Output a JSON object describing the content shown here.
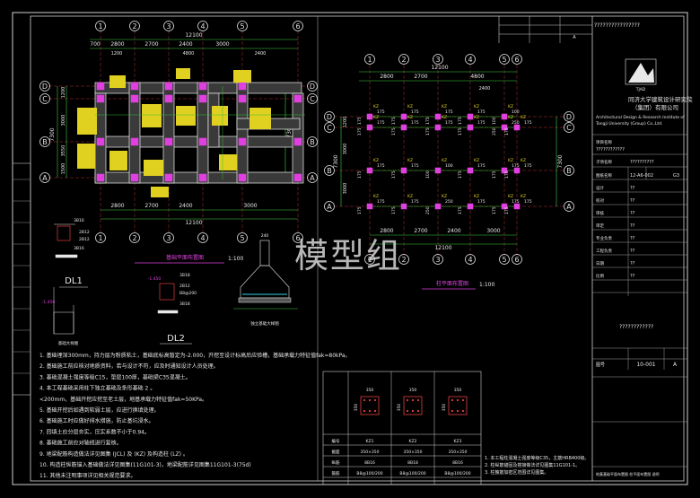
{
  "watermark": "模型组",
  "plans": {
    "foundation_title": "基础平面布置图",
    "foundation_scale": "1:100",
    "column_title": "柱平面布置图",
    "column_scale": "1:100",
    "axes_numbers": [
      "1",
      "2",
      "3",
      "4",
      "5",
      "6"
    ],
    "axes_letters": [
      "A",
      "B",
      "C",
      "D"
    ],
    "left_top_dims": [
      "700",
      "2800",
      "2700",
      "2400",
      "3000"
    ],
    "left_overall": "12100",
    "left_top_sub": [
      "1200",
      "4800",
      "2400"
    ],
    "left_bottom_dims": [
      "2800",
      "2700",
      "2400",
      "3000"
    ],
    "left_bottom_overall": "12100",
    "left_side_dims": [
      "1200",
      "3000",
      "3550",
      "1500"
    ],
    "left_side_overall": "7300",
    "right_top_dims": [
      "2800",
      "2700",
      "4800"
    ],
    "right_top_overall": "12100",
    "right_top_sub": "2400",
    "right_bottom_dims": [
      "2800",
      "2700",
      "2400",
      "3000"
    ],
    "right_bottom_overall": "12100",
    "right_side_dims": [
      "1200",
      "3000",
      "3000"
    ],
    "right_side_overall": "7300",
    "col_dims": [
      "175",
      "175",
      "175",
      "175",
      "175",
      "175",
      "175",
      "175",
      "250",
      "100"
    ]
  },
  "details": {
    "dl1": "DL1",
    "dl2": "DL2",
    "dl1_bars": [
      "3B16",
      "2B12",
      "2B12",
      "3B16"
    ],
    "dl2_bars": [
      "3B18",
      "2B12",
      "B8@200",
      "3B18"
    ],
    "level": "-1.450",
    "dim_240": "240",
    "caption_1": "基础大样图",
    "caption_2": "独立基础大样图"
  },
  "notes": [
    "1. 基础埋深300mm，持力层为粉质粘土，基础底标高暂定为-2.000，开挖至设计标高后应验槽，基础承载力特征值fak=80kPa。",
    "2. 基础施工前应核对地质资料，若与设计不符，应及时通知设计人员处理。",
    "3. 基础混凝土强度等级C15，垫层100厚，基础梁C35混凝土。",
    "4. 本工程基础采用柱下独立基础及条形基础 2 。",
    "   <200mm，基础开挖应挖至老土层，地基承载力特征值fak=50KPa。",
    "5. 基础开挖后如遇到软弱土层，应进行换填处理。",
    "6. 基础施工时应做好排水措施，防止基坑浸水。",
    "7. 回填土应分层夯实，压实系数不小于0.94。",
    "8. 基础施工前应对轴线进行复核。",
    "9. 地梁配筋构造做法详见图集 (JCL) 及 (KZ) 及构造柱 (LZ) 。",
    "10. 构造柱纵筋锚入基础做法详见图集(11G101-3)，地梁配筋详见图集11G101-3(75d)",
    "11. 其他未注明事项详见相关规范要求。"
  ],
  "column_table": {
    "headers": [
      "KZ1",
      "KZ2",
      "KZ3"
    ],
    "sizes": [
      "350",
      "350",
      "350"
    ],
    "row_labels": [
      "编号",
      "截面",
      "纵筋",
      "箍筋"
    ],
    "rows": [
      [
        "KZ1",
        "KZ2",
        "KZ3"
      ],
      [
        "350×350",
        "350×350",
        "350×350"
      ],
      [
        "8B16",
        "8B18",
        "8B16"
      ],
      [
        "B8@100/200",
        "B8@100/200",
        "B8@100/200"
      ]
    ],
    "notes": [
      "1. 本工程柱混凝土强度等级C35，主筋HRB400级。",
      "2. 柱纵筋锚固及搭接做法详见图集11G101-1。",
      "3. 柱箍筋加密区范围详见图集。"
    ]
  },
  "title_block": {
    "sheet_no_label": "图号",
    "sheet_no": "10-001",
    "version": "A",
    "company_line1": "同济大学建筑设计研究院",
    "company_line2": "（集团）有限公司",
    "company_en1": "Architectural Design & Research Institute of",
    "company_en2": "Tongji University (Group) Co.,Ltd.",
    "logo_text": "TJAD",
    "qmarks_1": "????????????????",
    "qmarks_2": "????????????",
    "qmarks_3": "??????????",
    "qmarks_4": "????????????",
    "project_code": "12-A6-002",
    "code_2": "G3",
    "labels": [
      "项目名称",
      "子项名称",
      "图纸名称",
      "设计",
      "校对",
      "审核",
      "审定",
      "专业负责",
      "工程负责",
      "日期",
      "比例"
    ],
    "footer": "地基基础平面布置图 柱平面布置图 说明"
  }
}
